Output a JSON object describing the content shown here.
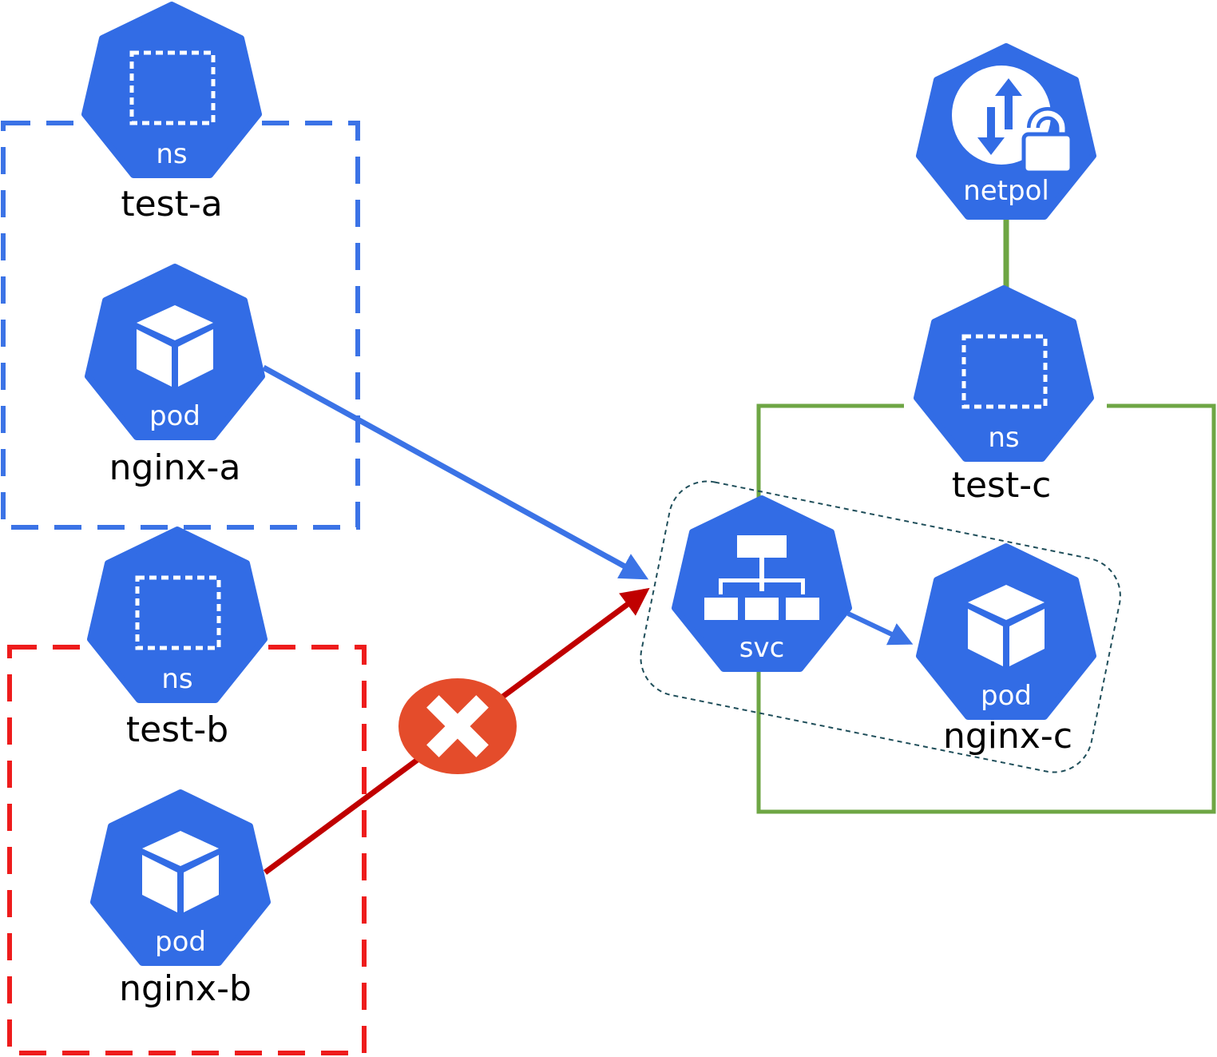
{
  "colors": {
    "k8s_blue": "#326ce5",
    "namespace_a_border": "#3b73e6",
    "namespace_b_border": "#ee1c1c",
    "namespace_c_border": "#6ea644",
    "allowed_arrow": "#3b73e6",
    "denied_arrow": "#c00000",
    "deny_badge": "#e44c2b",
    "service_group_border": "#1f4e5a"
  },
  "nodes": {
    "ns_a": {
      "icon_text": "ns",
      "label": "test-a"
    },
    "pod_a": {
      "icon_text": "pod",
      "label": "nginx-a"
    },
    "ns_b": {
      "icon_text": "ns",
      "label": "test-b"
    },
    "pod_b": {
      "icon_text": "pod",
      "label": "nginx-b"
    },
    "netpol": {
      "icon_text": "netpol"
    },
    "ns_c": {
      "icon_text": "ns",
      "label": "test-c"
    },
    "svc": {
      "icon_text": "svc"
    },
    "pod_c": {
      "icon_text": "pod",
      "label": "nginx-c"
    }
  },
  "icons": {
    "namespace": "dashed-square-icon",
    "pod": "cube-icon",
    "service": "hierarchy-icon",
    "netpol": "arrows-lock-icon",
    "denied": "x-icon"
  }
}
